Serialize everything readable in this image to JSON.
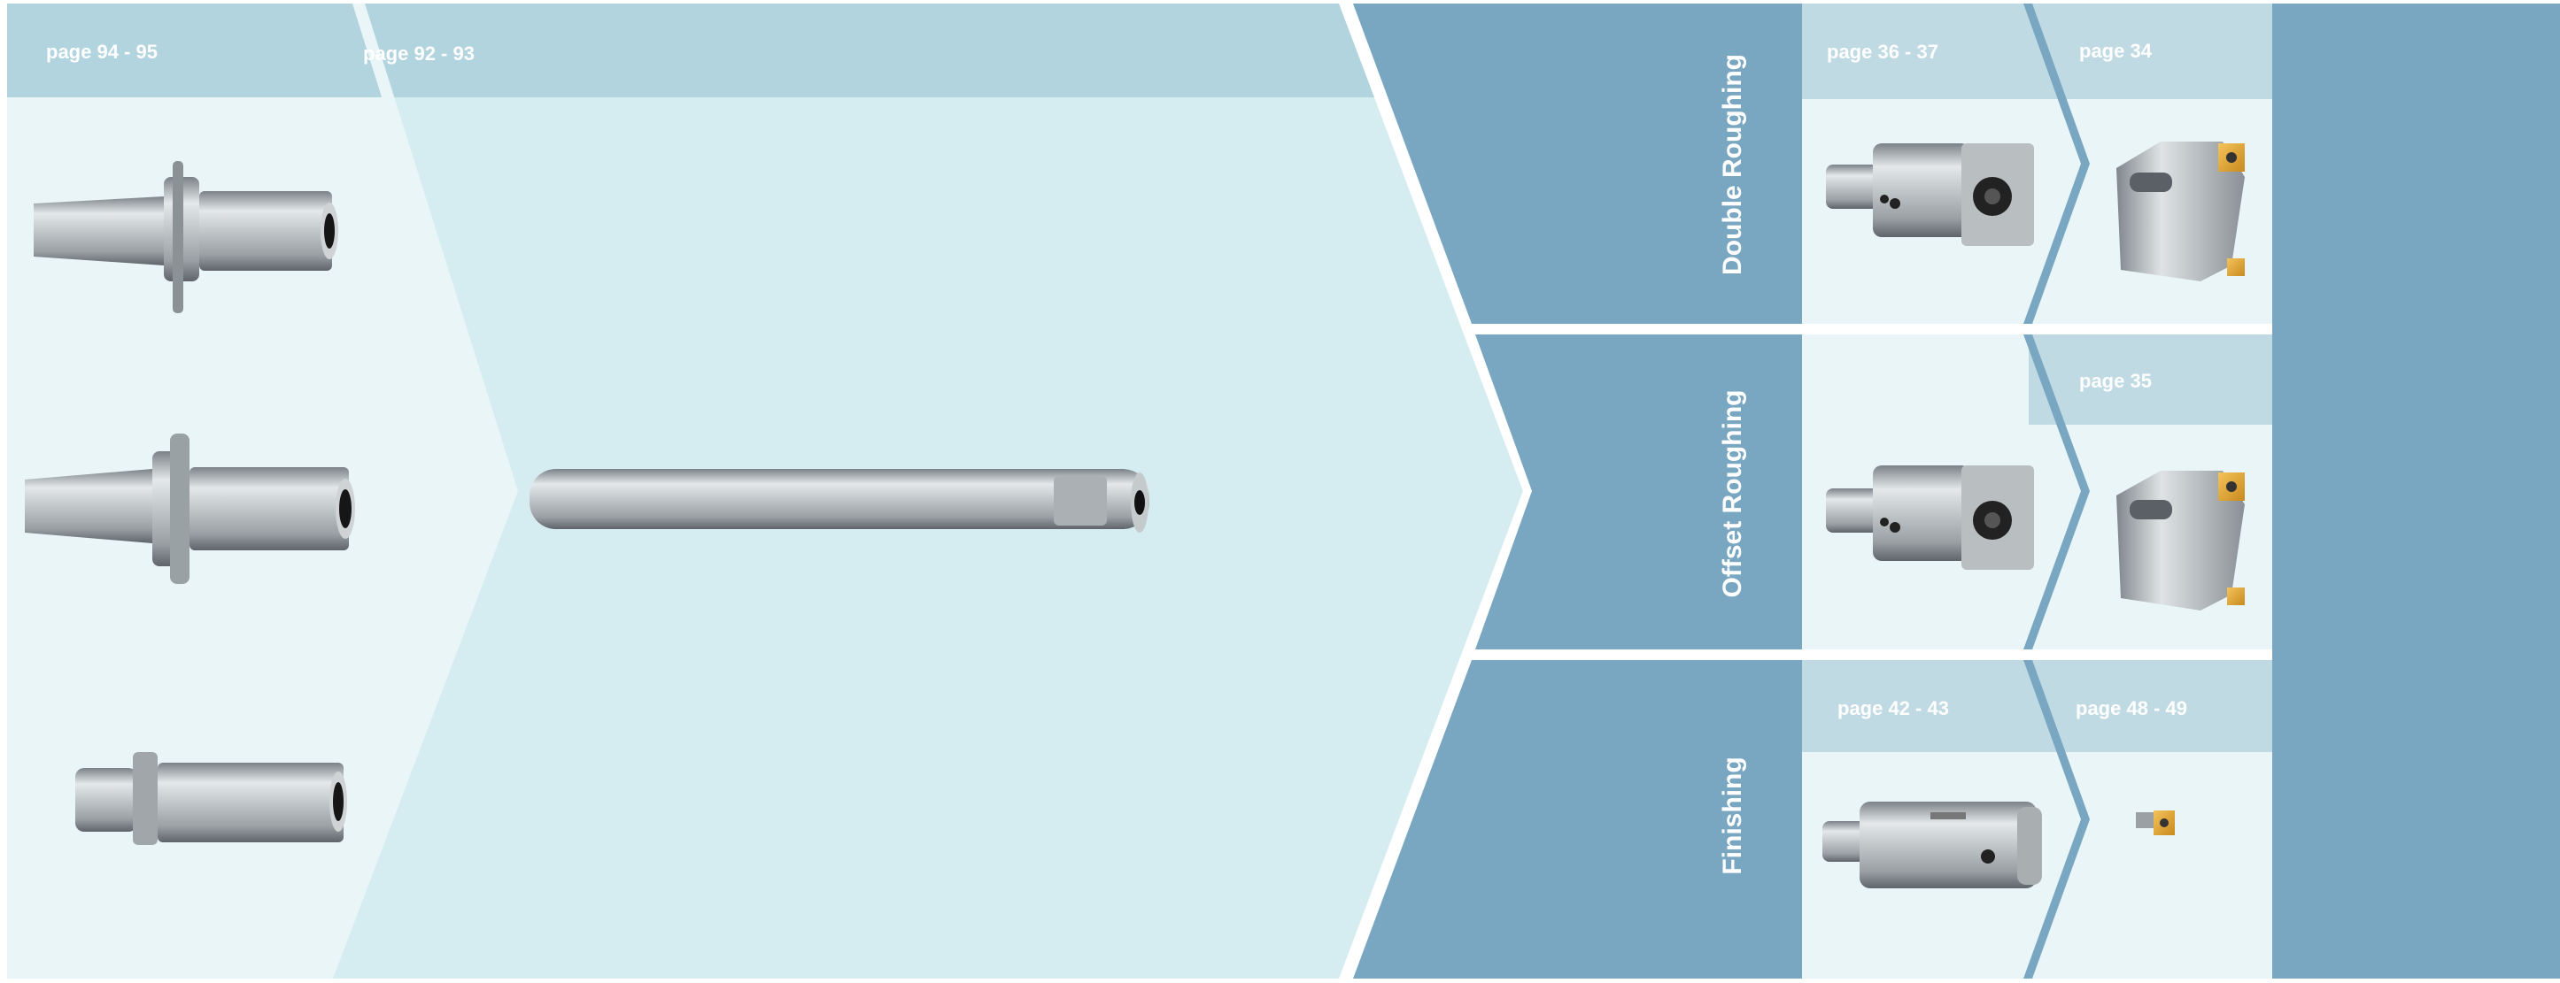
{
  "colors": {
    "light_panel": "#eaf5f7",
    "mid_panel": "#d5edf1",
    "header_band": "#b2d4de",
    "dark_panel": "#79a7c1",
    "divider": "#ffffff"
  },
  "left": {
    "holders_page": "page 94 - 95",
    "bar_page": "page 92 - 93"
  },
  "sections": [
    {
      "title": "Double Roughing",
      "body_page": "page 36 - 37",
      "insert_page": "page 34"
    },
    {
      "title": "Offset Roughing",
      "insert_page": "page 35"
    },
    {
      "title": "Finishing",
      "body_page": "page 42 - 43",
      "insert_page": "page 48 - 49"
    }
  ],
  "products": {
    "toolholders": [
      "steep-taper-holder",
      "large-flange-holder",
      "hsk-holder"
    ],
    "boring_bar": "extension-bar",
    "roughing_heads": [
      "roughing-head",
      "roughing-head"
    ],
    "finishing_head": "finishing-head",
    "inserts": [
      "roughing-insert-cartridge",
      "roughing-insert-cartridge",
      "finishing-insert"
    ]
  }
}
